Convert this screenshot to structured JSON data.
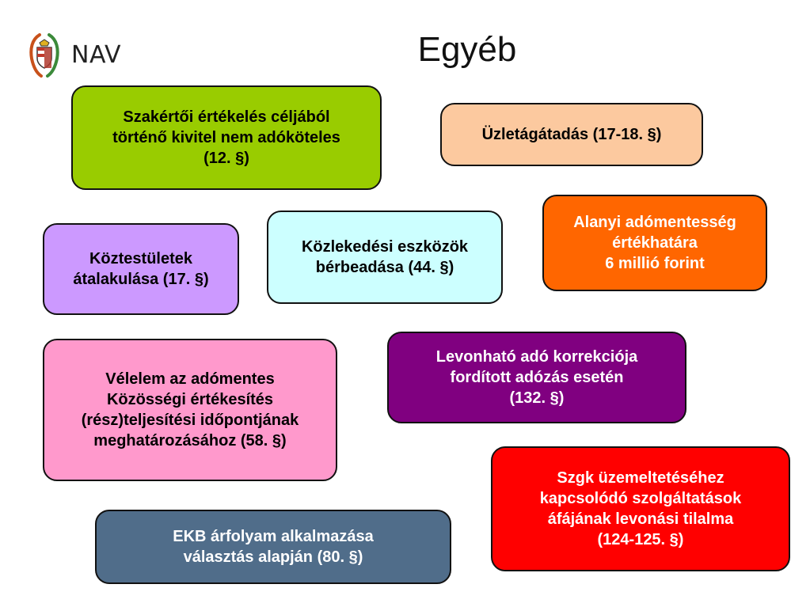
{
  "header": {
    "logo_text": "NAV",
    "title": "Egyéb"
  },
  "colors": {
    "green": "#99cc00",
    "peach": "#fcc99f",
    "orange": "#ff6600",
    "lavender": "#cc99ff",
    "light_cyan": "#ccffff",
    "pink": "#ff99cc",
    "purple": "#800080",
    "red": "#ff0000",
    "slate": "#506d8a"
  },
  "boxes": {
    "expert": {
      "lines": [
        "Szakértői értékelés céljából",
        "történő kivitel nem adóköteles",
        "(12. §)"
      ]
    },
    "transfer": {
      "lines": [
        "Üzletágátadás (17-18. §)"
      ]
    },
    "exemption": {
      "lines": [
        "Alanyi adómentesség",
        "értékhatára",
        "6 millió forint"
      ]
    },
    "bodies": {
      "lines": [
        "Köztestületek",
        "átalakulása (17. §)"
      ]
    },
    "vehicle_rental": {
      "lines": [
        "Közlekedési eszközök",
        "bérbeadása (44. §)"
      ]
    },
    "presumption": {
      "lines": [
        "Vélelem az adómentes",
        "Közösségi értékesítés",
        "(rész)teljesítési időpontjának",
        "meghatározásához (58. §)"
      ]
    },
    "deductible": {
      "lines": [
        "Levonható adó korrekciója",
        "fordított adózás esetén",
        "(132. §)"
      ]
    },
    "car_services": {
      "lines": [
        "Szgk üzemeltetéséhez",
        "kapcsolódó szolgáltatások",
        "áfájának levonási tilalma",
        "(124-125. §)"
      ]
    },
    "ecb_rate": {
      "lines": [
        "EKB árfolyam alkalmazása",
        "választás alapján (80. §)"
      ]
    }
  }
}
